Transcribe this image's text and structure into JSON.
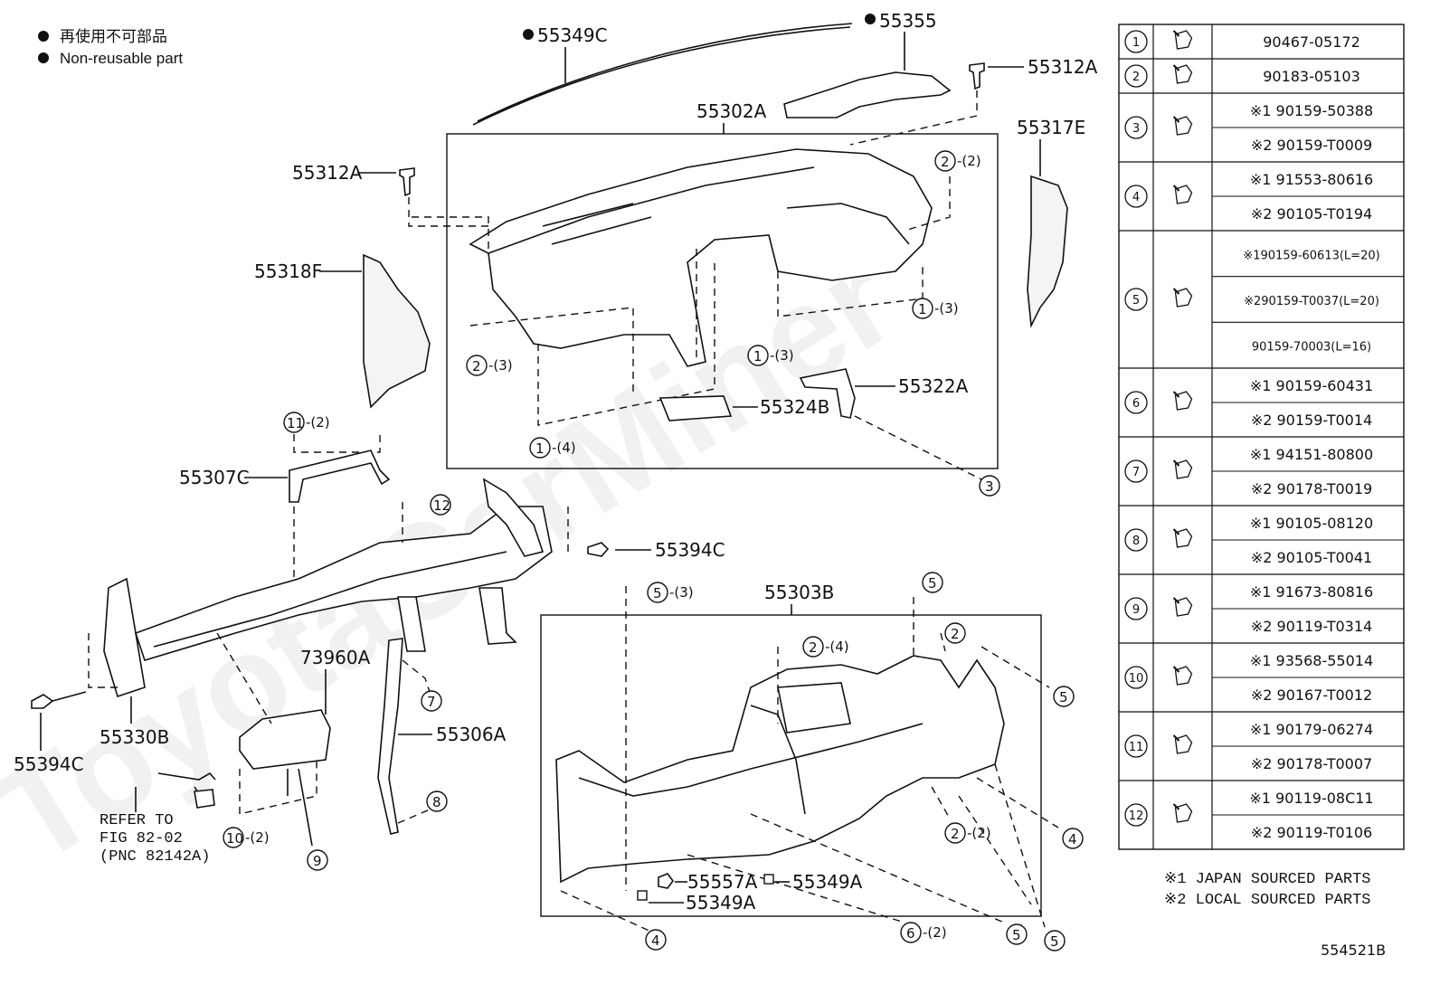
{
  "legend": {
    "jp": "再使用不可部品",
    "en": "Non-reusable part"
  },
  "watermark": "ToyotaCarMiner",
  "parts": {
    "p55349C": "55349C",
    "p55355": "55355",
    "p55312A_top": "55312A",
    "p55302A": "55302A",
    "p55317E": "55317E",
    "p55312A_left": "55312A",
    "p55318F": "55318F",
    "p55322A": "55322A",
    "p55324B": "55324B",
    "p55307C": "55307C",
    "p55394C_right": "55394C",
    "p55394C_left": "55394C",
    "p55330B": "55330B",
    "p73960A": "73960A",
    "p55306A": "55306A",
    "p55303B": "55303B",
    "p55557A": "55557A",
    "p55349A_a": "55349A",
    "p55349A_b": "55349A"
  },
  "callouts": {
    "c2_2": "2",
    "c2_2q": "-(2)",
    "c1_3a": "1",
    "c1_3aq": "-(3)",
    "c1_3b": "1",
    "c1_3bq": "-(3)",
    "c2_3": "2",
    "c2_3q": "-(3)",
    "c1_4": "1",
    "c1_4q": "-(4)",
    "c3": "3",
    "c11_2": "11",
    "c11_2q": "-(2)",
    "c12": "12",
    "c5_3": "5",
    "c5_3q": "-(3)",
    "c5a": "5",
    "c2a": "2",
    "c2_4": "2",
    "c2_4q": "-(4)",
    "c7": "7",
    "c5b": "5",
    "c8": "8",
    "c10_2": "10",
    "c10_2q": "-(2)",
    "c9": "9",
    "c2_2b": "2",
    "c2_2bq": "-(2)",
    "c4a": "4",
    "c4b": "4",
    "c6_2": "6",
    "c6_2q": "-(2)",
    "c5c": "5",
    "c5d": "5"
  },
  "refer": {
    "line1": "REFER TO",
    "line2": "FIG 82-02",
    "line3": "(PNC 82142A)"
  },
  "table": {
    "rows": [
      {
        "num": "1",
        "codes": [
          "90467-05172"
        ]
      },
      {
        "num": "2",
        "codes": [
          "90183-05103"
        ]
      },
      {
        "num": "3",
        "codes": [
          "※1 90159-50388",
          "※2 90159-T0009"
        ]
      },
      {
        "num": "4",
        "codes": [
          "※1 91553-80616",
          "※2 90105-T0194"
        ]
      },
      {
        "num": "5",
        "codes": [
          "※190159-60613(L=20)",
          "※290159-T0037(L=20)",
          "90159-70003(L=16)"
        ]
      },
      {
        "num": "6",
        "codes": [
          "※1 90159-60431",
          "※2 90159-T0014"
        ]
      },
      {
        "num": "7",
        "codes": [
          "※1 94151-80800",
          "※2 90178-T0019"
        ]
      },
      {
        "num": "8",
        "codes": [
          "※1 90105-08120",
          "※2 90105-T0041"
        ]
      },
      {
        "num": "9",
        "codes": [
          "※1 91673-80816",
          "※2 90119-T0314"
        ]
      },
      {
        "num": "10",
        "codes": [
          "※1 93568-55014",
          "※2 90167-T0012"
        ]
      },
      {
        "num": "11",
        "codes": [
          "※1 90179-06274",
          "※2 90178-T0007"
        ]
      },
      {
        "num": "12",
        "codes": [
          "※1 90119-08C11",
          "※2 90119-T0106"
        ]
      }
    ]
  },
  "notes": {
    "n1": "※1 JAPAN SOURCED PARTS",
    "n2": "※2 LOCAL SOURCED PARTS"
  },
  "figure_id": "554521B"
}
